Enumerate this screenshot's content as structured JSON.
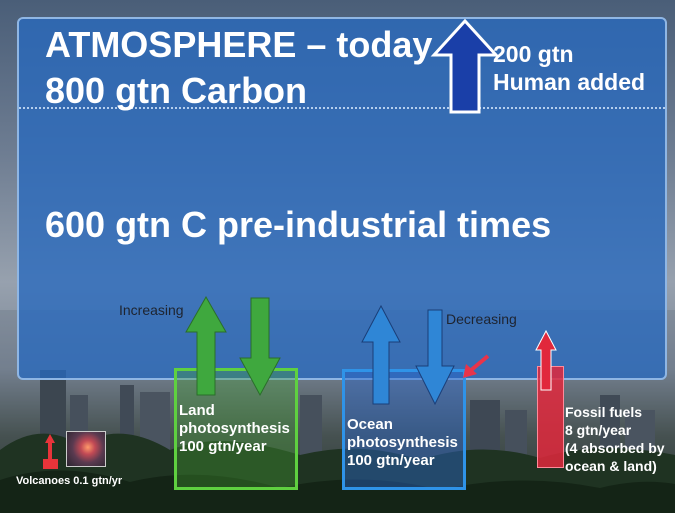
{
  "atmosphere": {
    "title": "ATMOSPHERE – today",
    "current": "800 gtn Carbon",
    "preindustrial": "600 gtn C pre-industrial times",
    "human_line1": "200 gtn",
    "human_line2": "Human added"
  },
  "trends": {
    "land": "Increasing",
    "ocean": "Decreasing"
  },
  "sinks": {
    "land": {
      "line1": "Land",
      "line2": "photosynthesis",
      "line3": "100 gtn/year"
    },
    "ocean": {
      "line1": "Ocean",
      "line2": "photosynthesis",
      "line3": "100 gtn/year"
    }
  },
  "sources": {
    "fossil": {
      "line1": "Fossil fuels",
      "line2": "8 gtn/year",
      "line3": "(4 absorbed by",
      "line4": "ocean & land)"
    },
    "volcanoes": "Volcanoes 0.1 gtn/yr"
  },
  "colors": {
    "atmosphere_box": "#2869be",
    "land": "#46b040",
    "ocean": "#2f86d6",
    "fossil": "#e1283c",
    "human_arrow": "#1a3fa8"
  }
}
